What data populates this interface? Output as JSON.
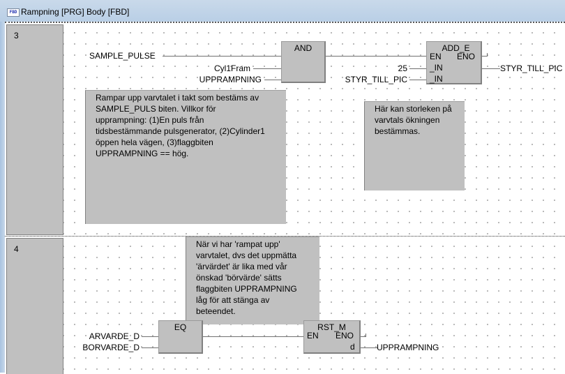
{
  "window": {
    "icon": "fbd-icon",
    "icon_text": "FBD",
    "title": "Rampning [PRG] Body [FBD]"
  },
  "networks": [
    {
      "number": "3",
      "blocks": [
        {
          "name": "AND",
          "inputs": [
            "SAMPLE_PULSE",
            "Cyl1Fram",
            "UPPRAMPNING"
          ]
        },
        {
          "name": "ADD_E",
          "pins": {
            "en": "EN",
            "eno": "ENO",
            "in1": "_IN",
            "in2": "_IN"
          },
          "inputs": [
            "25",
            "STYR_TILL_PIC"
          ],
          "output": "STYR_TILL_PIC"
        }
      ],
      "comments": [
        "Rampar upp varvtalet i takt som bestäms av\nSAMPLE_PULS biten.  Villkor för\nupprampning: (1)En puls från\ntidsbestämmande pulsgenerator, (2)Cylinder1\nöppen hela vägen, (3)flaggbiten\nUPPRAMPNING == hög.",
        "Här kan storleken på\nvarvtals ökningen\nbestämmas."
      ]
    },
    {
      "number": "4",
      "blocks": [
        {
          "name": "EQ",
          "inputs": [
            "ARVARDE_D",
            "BORVARDE_D"
          ]
        },
        {
          "name": "RST_M",
          "pins": {
            "en": "EN",
            "eno": "ENO",
            "d": "d"
          },
          "output": "UPPRAMPNING"
        }
      ],
      "comments": [
        "När vi har 'rampat upp'\nvarvtalet, dvs det uppmätta\n'ärvärdet' är lika med vår\nönskad 'börvärde' sätts\nflaggbiten UPPRAMPNING\nlåg för att stänga av\nbeteendet."
      ]
    }
  ]
}
